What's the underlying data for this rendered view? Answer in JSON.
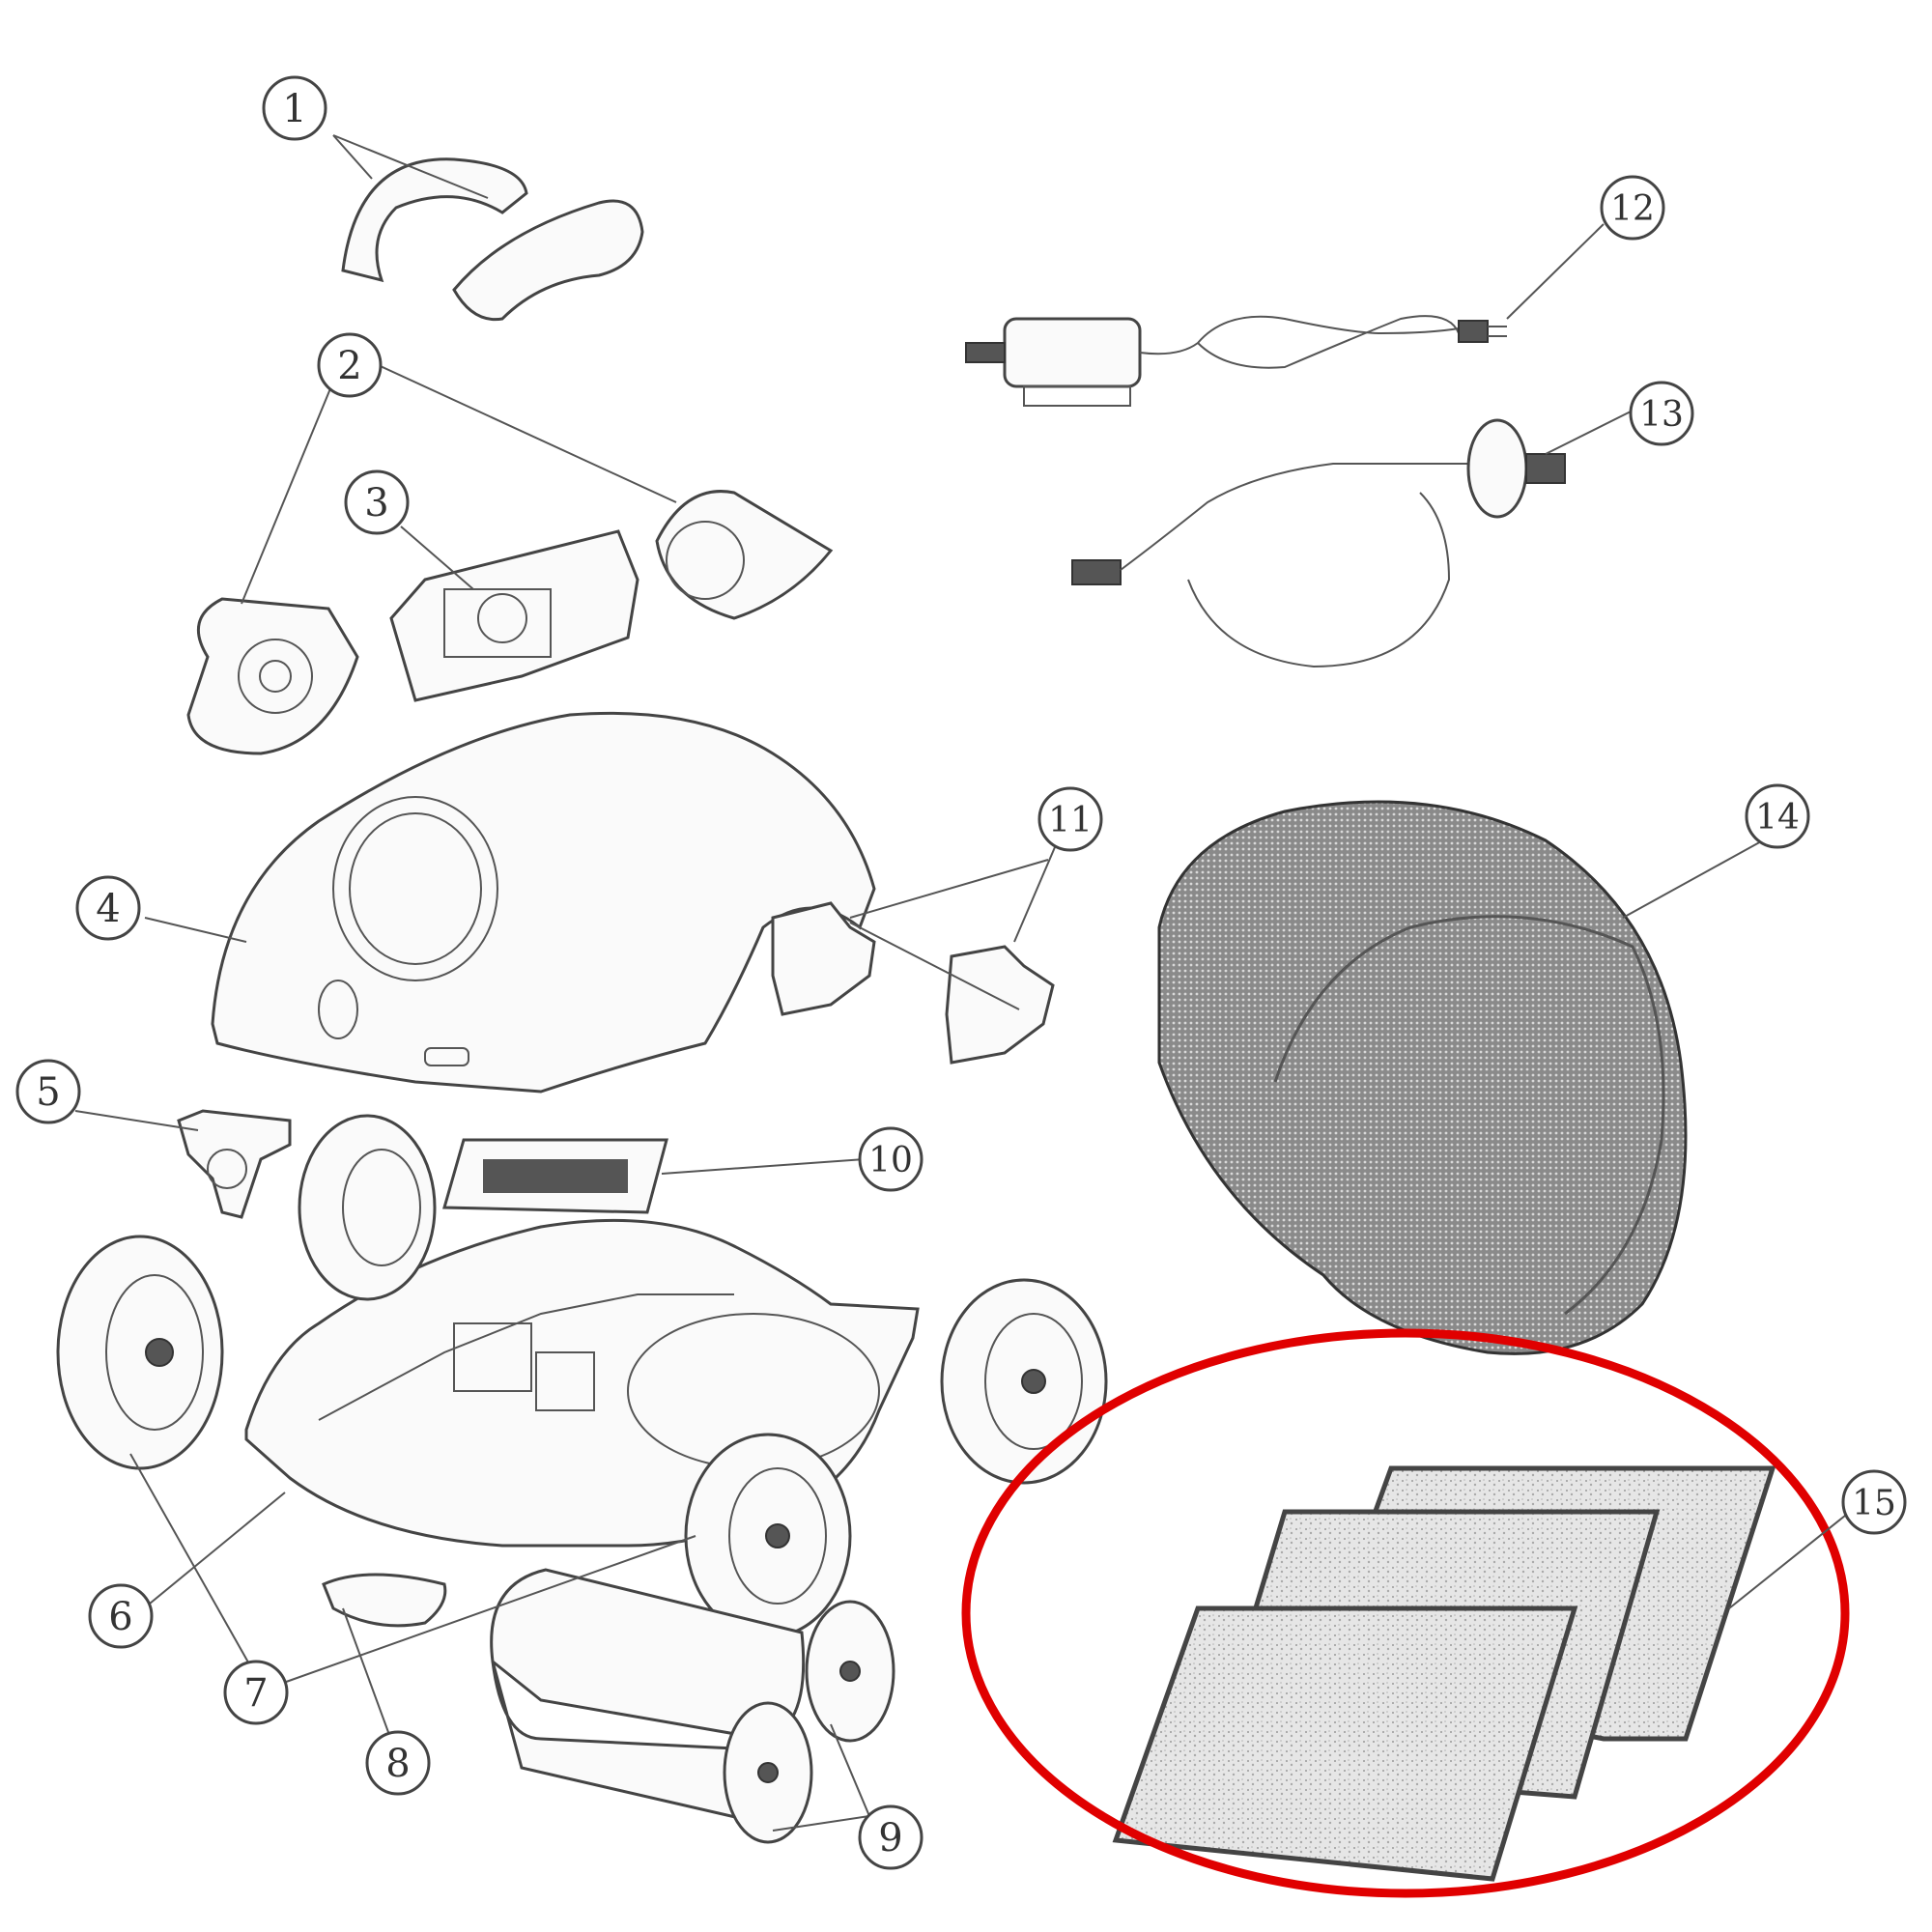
{
  "diagram": {
    "callouts": [
      {
        "id": "1",
        "label": "1"
      },
      {
        "id": "2",
        "label": "2"
      },
      {
        "id": "3",
        "label": "3"
      },
      {
        "id": "4",
        "label": "4"
      },
      {
        "id": "5",
        "label": "5"
      },
      {
        "id": "6",
        "label": "6"
      },
      {
        "id": "7",
        "label": "7"
      },
      {
        "id": "8",
        "label": "8"
      },
      {
        "id": "9",
        "label": "9"
      },
      {
        "id": "10",
        "label": "10"
      },
      {
        "id": "11",
        "label": "11"
      },
      {
        "id": "12",
        "label": "12"
      },
      {
        "id": "13",
        "label": "13"
      },
      {
        "id": "14",
        "label": "14"
      },
      {
        "id": "15",
        "label": "15"
      }
    ],
    "highlight_color": "#e00000",
    "highlighted_part": "15"
  }
}
